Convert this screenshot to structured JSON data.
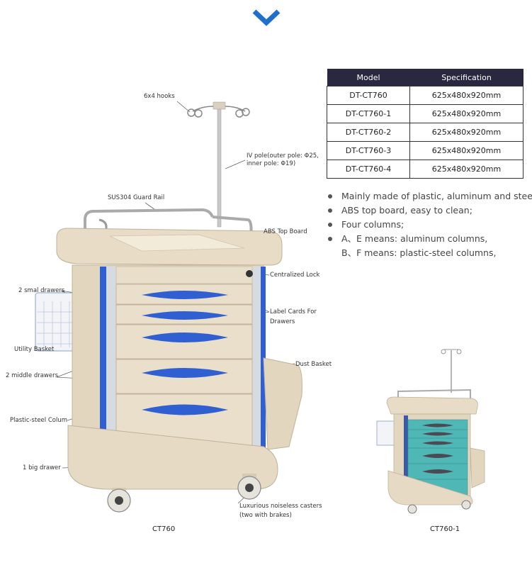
{
  "colors": {
    "accent": "#1f6fcf",
    "header_bg": "#2a2740",
    "cart_body": "#e6d9c4",
    "drawer_blue": "#2f5fd0",
    "drawer_teal": "#4fb7b5"
  },
  "spec_table": {
    "headers": [
      "Model",
      "Specification"
    ],
    "rows": [
      [
        "DT-CT760",
        "625x480x920mm"
      ],
      [
        "DT-CT760-1",
        "625x480x920mm"
      ],
      [
        "DT-CT760-2",
        "625x480x920mm"
      ],
      [
        "DT-CT760-3",
        "625x480x920mm"
      ],
      [
        "DT-CT760-4",
        "625x480x920mm"
      ]
    ]
  },
  "features": [
    {
      "text": "Mainly made of plastic, aluminum and steel;",
      "bullet": true
    },
    {
      "text": "ABS top board, easy to clean;",
      "bullet": true
    },
    {
      "text": "Four columns;",
      "bullet": true
    },
    {
      "text": "A、E means: aluminum columns,",
      "bullet": true
    },
    {
      "text": "B、F means: plastic-steel columns,",
      "bullet": false
    }
  ],
  "annotations": {
    "hooks": "6x4 hooks",
    "iv_pole_1": "IV pole(outer pole: Φ25,",
    "iv_pole_2": "inner pole: Φ19)",
    "guard_rail": "SUS304 Guard Rail",
    "top_board": "ABS Top Board",
    "lock": "Centralized Lock",
    "small_drawers": "2 smal drawers",
    "label_cards_1": "Label Cards For",
    "label_cards_2": "Drawers",
    "utility_basket": "Utility Basket",
    "dust_basket": "Dust Basket",
    "middle_drawers": "2 middle drawers",
    "column": "Plastic-steel Colum",
    "big_drawer": "1 big drawer",
    "casters_1": "Luxurious noiseless casters",
    "casters_2": "(two with brakes)"
  },
  "captions": {
    "main": "CT760",
    "variant": "CT760-1"
  }
}
